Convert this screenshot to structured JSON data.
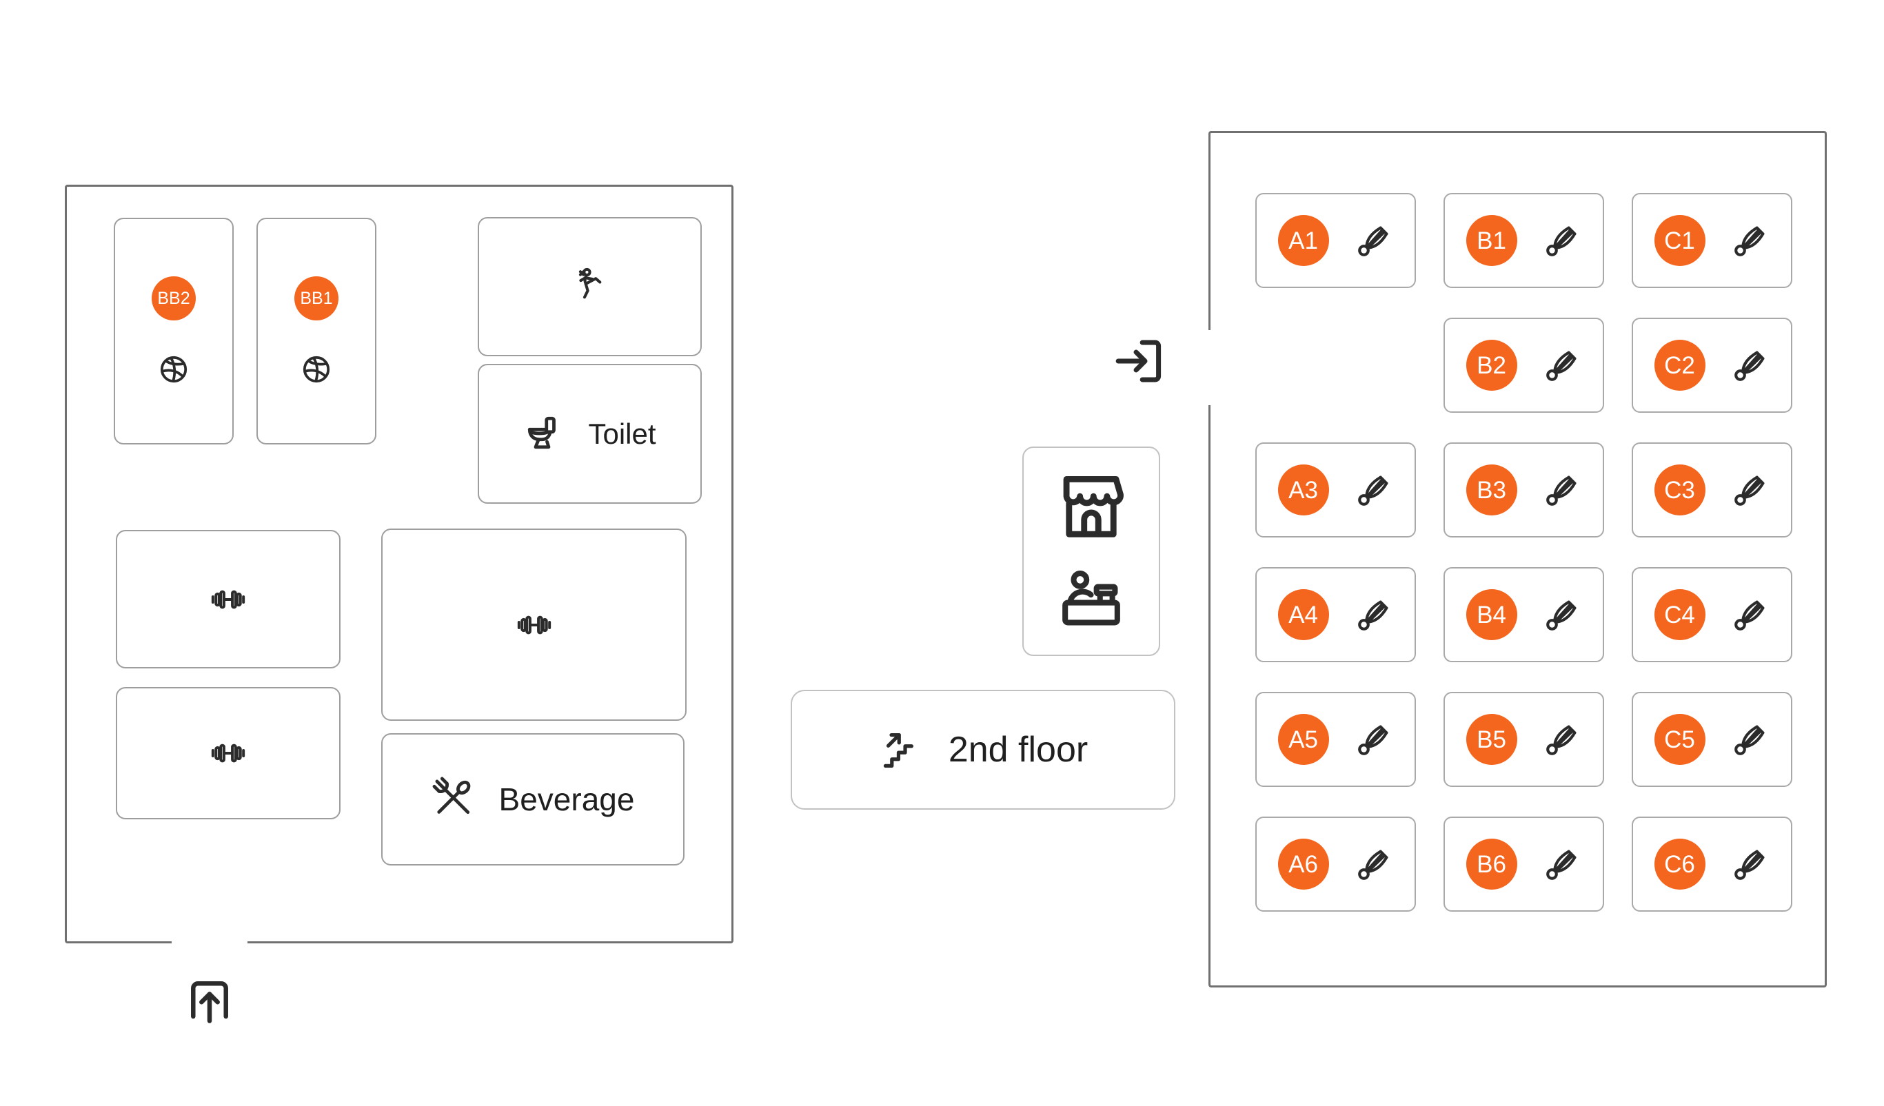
{
  "palette": {
    "orange": "#F4651E",
    "wall_border": "#707070",
    "room_border": "#9E9E9E",
    "cell_border": "#A9A9A9",
    "panel_border": "#C2C2C2",
    "icon_stroke": "#2B2B2B",
    "text": "#1F1F1F",
    "badge_text": "#FFFFFF"
  },
  "left_building": {
    "basketball_courts": [
      {
        "label": "BB2",
        "icon": "basketball-icon"
      },
      {
        "label": "BB1",
        "icon": "basketball-icon"
      }
    ],
    "rooms": {
      "martial_arts": {
        "icon": "taekwondo-kick-icon"
      },
      "toilet": {
        "label": "Toilet",
        "icon": "toilet-icon"
      },
      "gym_top": {
        "icon": "dumbbell-icon"
      },
      "gym_bottom": {
        "icon": "dumbbell-icon"
      },
      "gym_large": {
        "icon": "dumbbell-icon"
      },
      "beverage": {
        "label": "Beverage",
        "icon": "fork-spoon-icon"
      }
    },
    "entrance_icon": "entrance-up-arrow-icon"
  },
  "middle": {
    "services_panel": {
      "icons": [
        "storefront-icon",
        "reception-desk-icon"
      ]
    },
    "floor_link": {
      "label": "2nd floor",
      "icon": "stairs-up-icon"
    }
  },
  "right_building": {
    "entrance_icon": "enter-arrow-icon",
    "court_icon": "shuttlecock-icon",
    "court_rows": [
      [
        "A1",
        "B1",
        "C1"
      ],
      [
        null,
        "B2",
        "C2"
      ],
      [
        "A3",
        "B3",
        "C3"
      ],
      [
        "A4",
        "B4",
        "C4"
      ],
      [
        "A5",
        "B5",
        "C5"
      ],
      [
        "A6",
        "B6",
        "C6"
      ]
    ]
  }
}
